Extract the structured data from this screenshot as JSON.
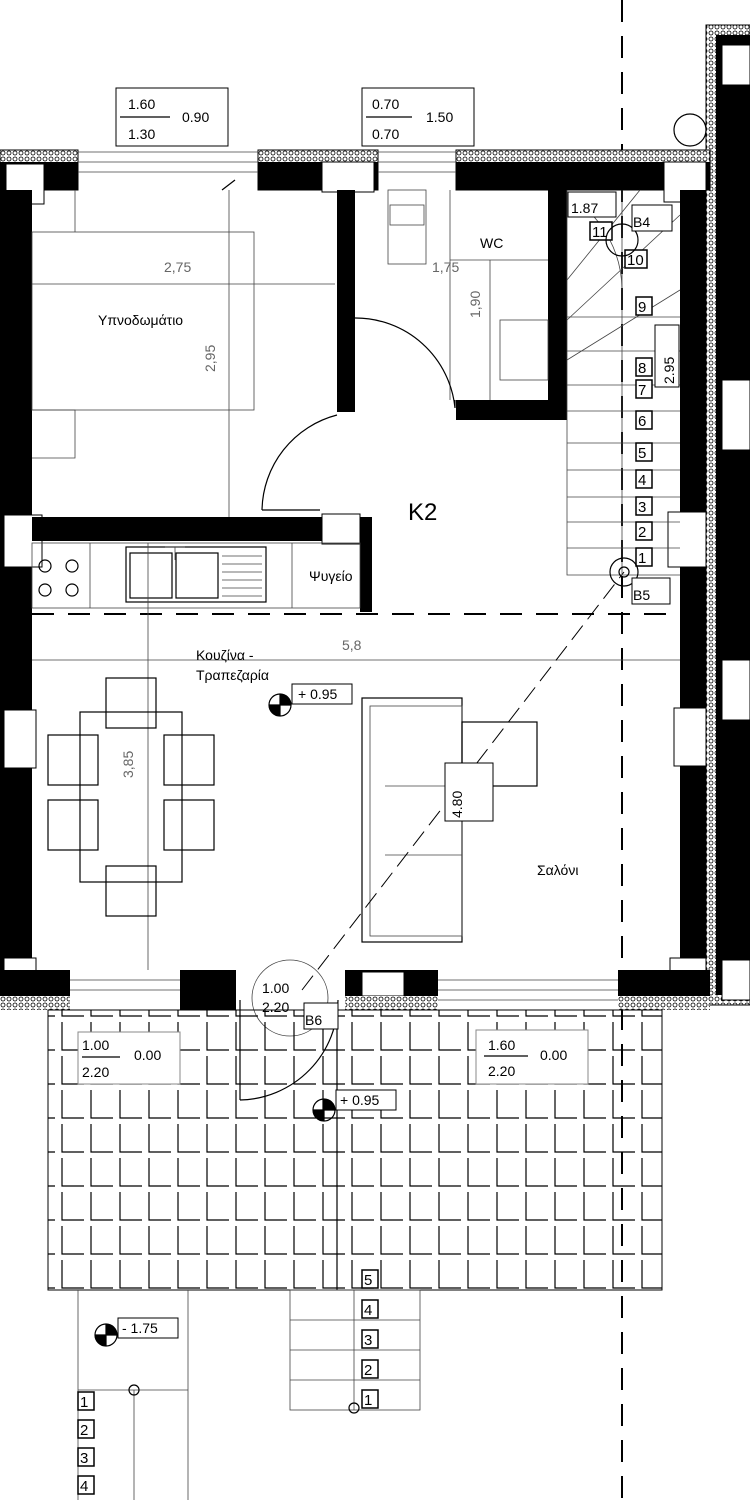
{
  "drawing": {
    "room_label": "K2",
    "rooms": {
      "bedroom": "Υπνοδωμάτιο",
      "wc": "WC",
      "kitchen_line1": "Κουζίνα -",
      "kitchen_line2": "Τραπεζαρία",
      "living": "Σαλόνι",
      "fridge": "Ψυγείο"
    },
    "dimensions": {
      "bedroom_width": "2,75",
      "bedroom_depth": "2,95",
      "wc_width": "1,75",
      "wc_depth": "1,90",
      "kitchen_width": "5,8",
      "kitchen_depth": "3,85",
      "diagonal": "4.80",
      "stair_tag": "2.95",
      "stair_tag2": "1.87"
    },
    "windows": [
      {
        "top": "1.60",
        "bottom": "1.30",
        "sill": "0.90"
      },
      {
        "top": "0.70",
        "bottom": "0.70",
        "sill": "1.50"
      },
      {
        "top": "1.00",
        "bottom": "2.20",
        "sill": "0.00"
      },
      {
        "top": "1.60",
        "bottom": "2.20",
        "sill": "0.00"
      }
    ],
    "door": {
      "top": "1.00",
      "bottom": "2.20"
    },
    "levels": {
      "interior": "+ 0.95",
      "terrace": "+ 0.95",
      "lower": "- 1.75"
    },
    "markers": {
      "b4": "B4",
      "b5": "B5",
      "b6": "B6"
    },
    "interior_steps": [
      "1",
      "2",
      "3",
      "4",
      "5",
      "6",
      "7",
      "8",
      "9",
      "10",
      "11"
    ],
    "entry_steps": [
      "1",
      "2",
      "3",
      "4",
      "5"
    ],
    "side_steps": [
      "1",
      "2",
      "3",
      "4"
    ]
  }
}
